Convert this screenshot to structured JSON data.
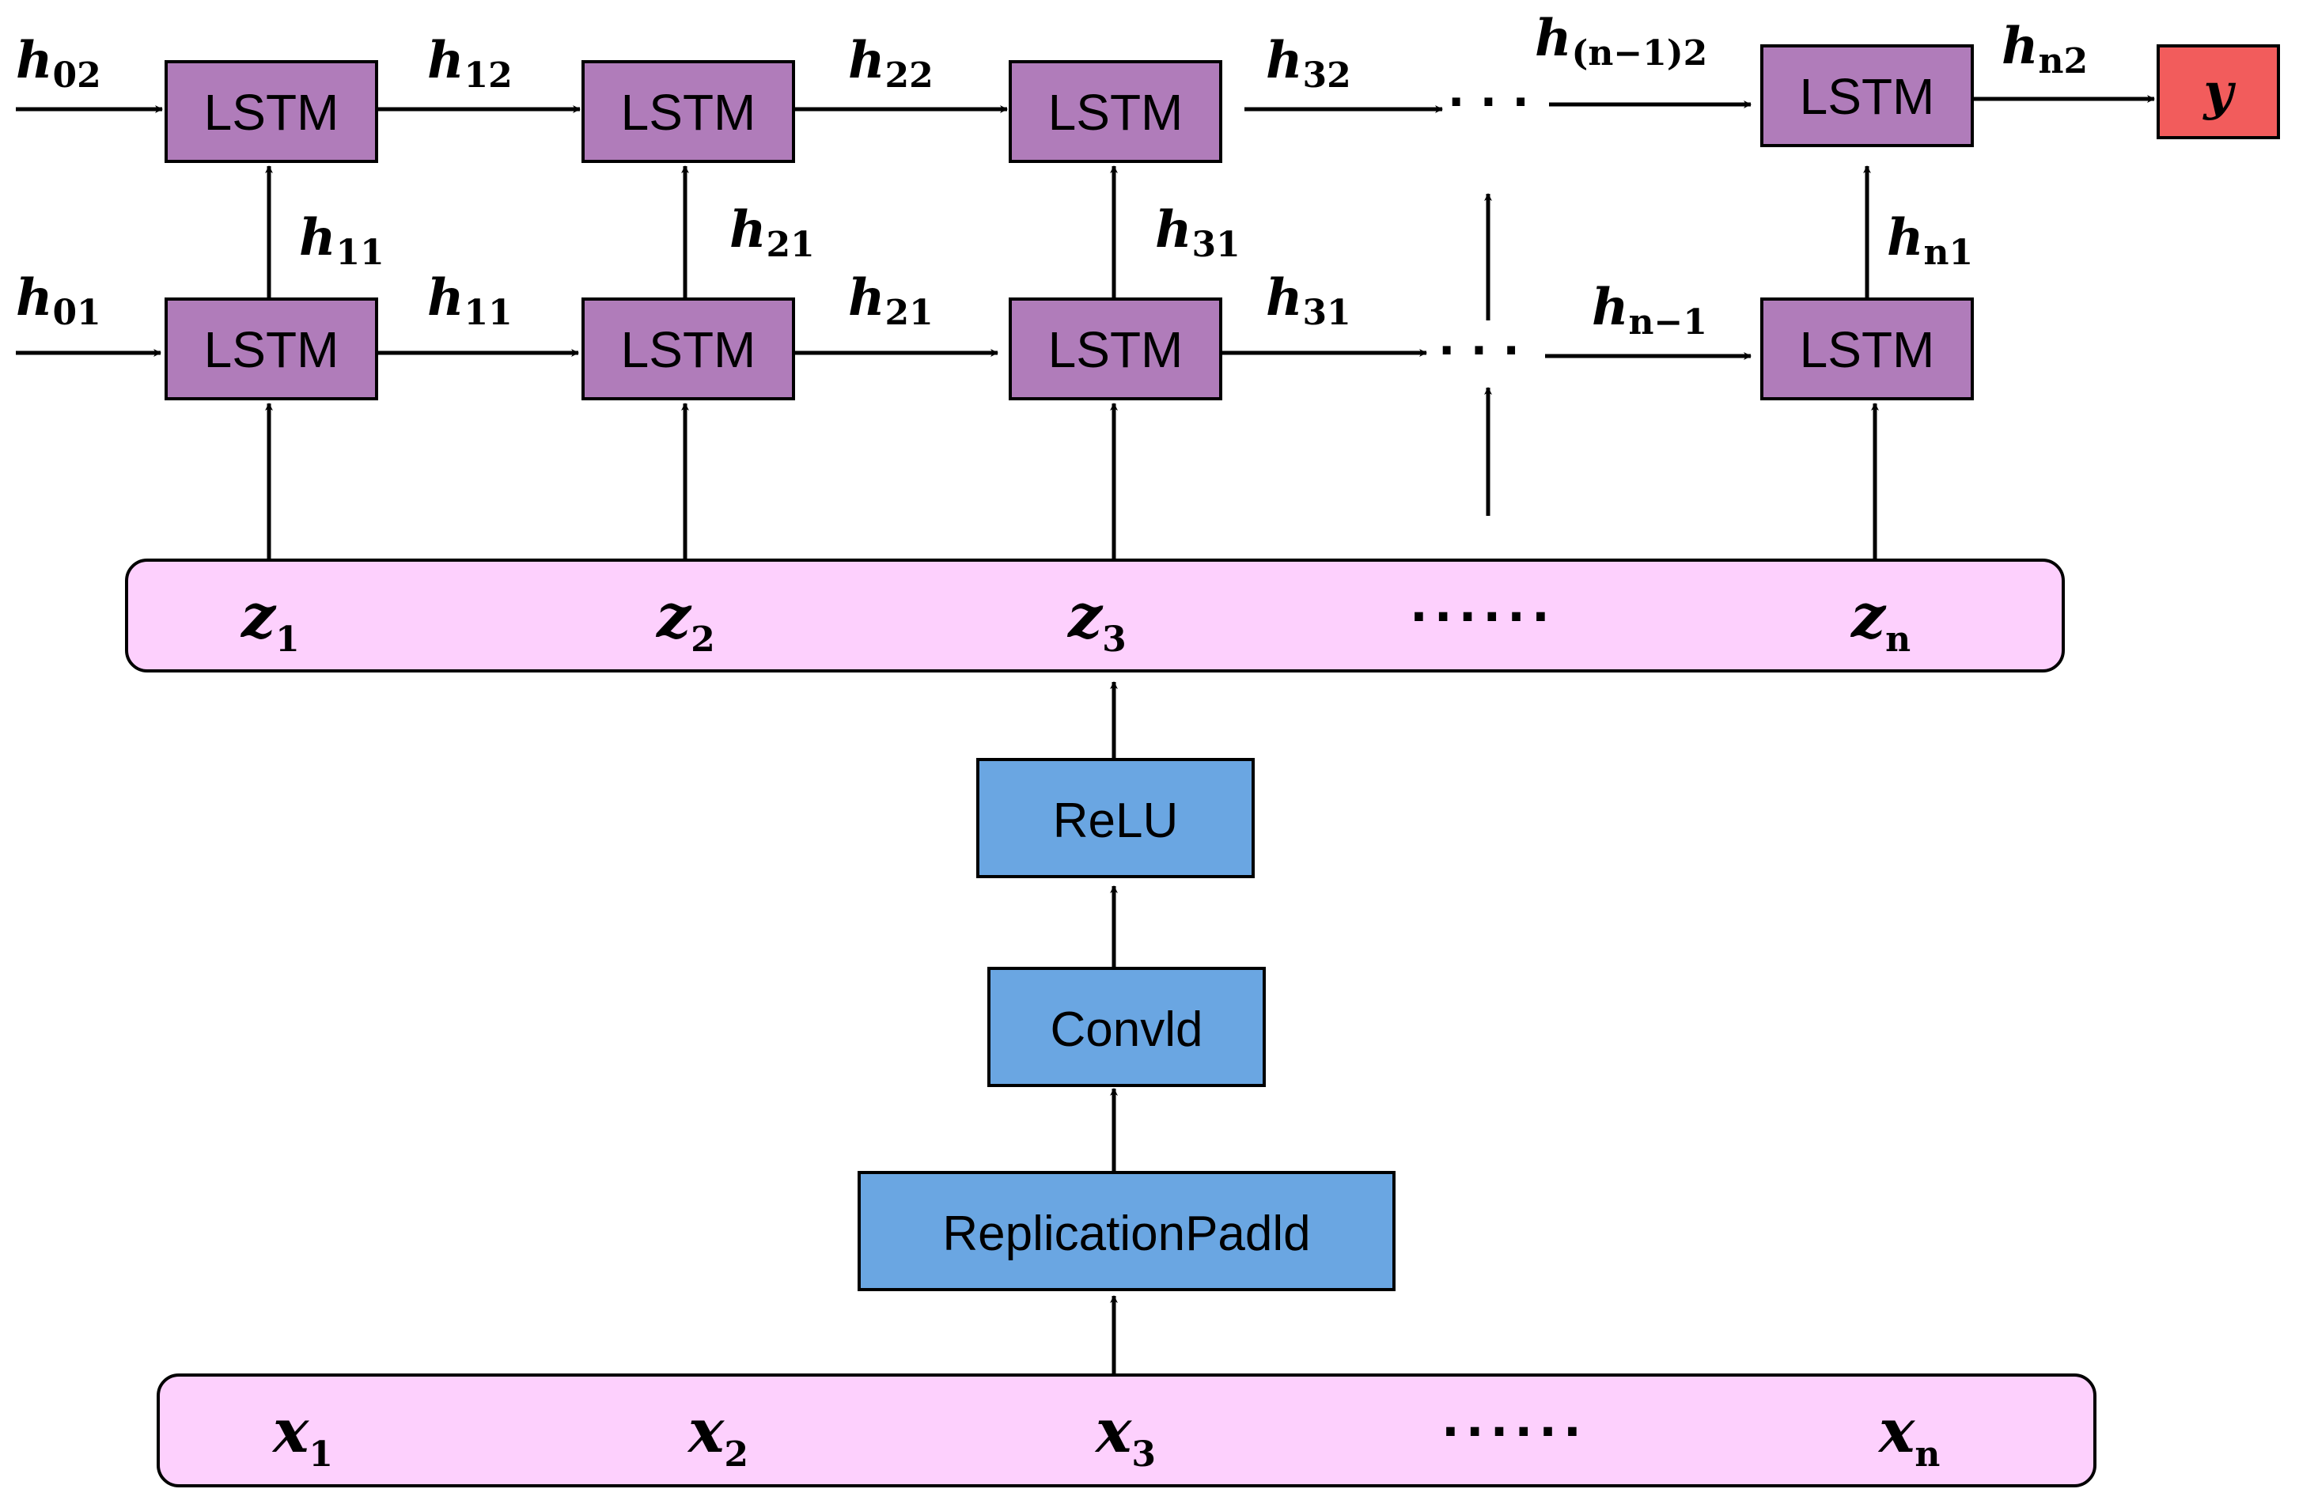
{
  "colors": {
    "lstm_fill": "#b07cba",
    "band_fill": "#fdd0fd",
    "layer_fill": "#6aa6e2",
    "output_fill": "#f25c5c",
    "stroke": "#000000"
  },
  "lstm_label": "LSTM",
  "output": {
    "label": "y"
  },
  "layers": {
    "relu": "ReLU",
    "conv": "Convld",
    "pad": "ReplicationPadld"
  },
  "z_band": {
    "items": [
      {
        "base": "z",
        "sub": "1"
      },
      {
        "base": "z",
        "sub": "2"
      },
      {
        "base": "z",
        "sub": "3"
      },
      {
        "base": "z",
        "sub": "n"
      }
    ],
    "ellipsis": "......"
  },
  "x_band": {
    "items": [
      {
        "base": "x",
        "sub": "1"
      },
      {
        "base": "x",
        "sub": "2"
      },
      {
        "base": "x",
        "sub": "3"
      },
      {
        "base": "x",
        "sub": "n"
      }
    ],
    "ellipsis": "......"
  },
  "ellipsis_small": "· · ·",
  "hidden_labels": {
    "top_row": [
      {
        "base": "h",
        "sub": "02"
      },
      {
        "base": "h",
        "sub": "12"
      },
      {
        "base": "h",
        "sub": "22"
      },
      {
        "base": "h",
        "sub": "32"
      },
      {
        "base": "h",
        "sub": "(n−1)2"
      },
      {
        "base": "h",
        "sub": "n2"
      }
    ],
    "bottom_row": [
      {
        "base": "h",
        "sub": "01"
      },
      {
        "base": "h",
        "sub": "11"
      },
      {
        "base": "h",
        "sub": "21"
      },
      {
        "base": "h",
        "sub": "31"
      },
      {
        "base": "h",
        "sub": "n−1"
      }
    ],
    "vertical": [
      {
        "base": "h",
        "sub": "11"
      },
      {
        "base": "h",
        "sub": "21"
      },
      {
        "base": "h",
        "sub": "31"
      },
      {
        "base": "h",
        "sub": "n1"
      }
    ]
  }
}
